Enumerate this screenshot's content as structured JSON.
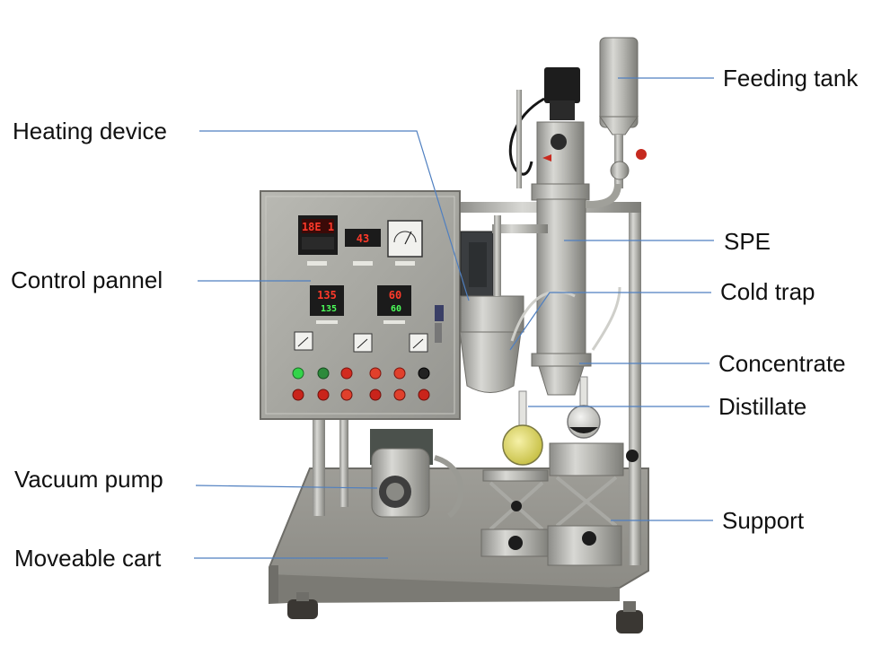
{
  "labels": {
    "heating_device": "Heating device",
    "control_pannel": "Control pannel",
    "vacuum_pump": "Vacuum pump",
    "moveable_cart": "Moveable cart",
    "feeding_tank": "Feeding tank",
    "spe": "SPE",
    "cold_trap": "Cold trap",
    "concentrate": "Concentrate",
    "distillate": "Distillate",
    "support": "Support"
  },
  "displays": {
    "top_left": "18E 1",
    "top_mid": "43",
    "pid_left_top": "135",
    "pid_left_bottom": "135",
    "pid_right_top": "60",
    "pid_right_bottom": "60"
  },
  "colors": {
    "leader_line": "#4f7fc0",
    "steel": "#a9a9a4",
    "lcd_red": "#ff3a2a",
    "lcd_green": "#4cff5a"
  }
}
